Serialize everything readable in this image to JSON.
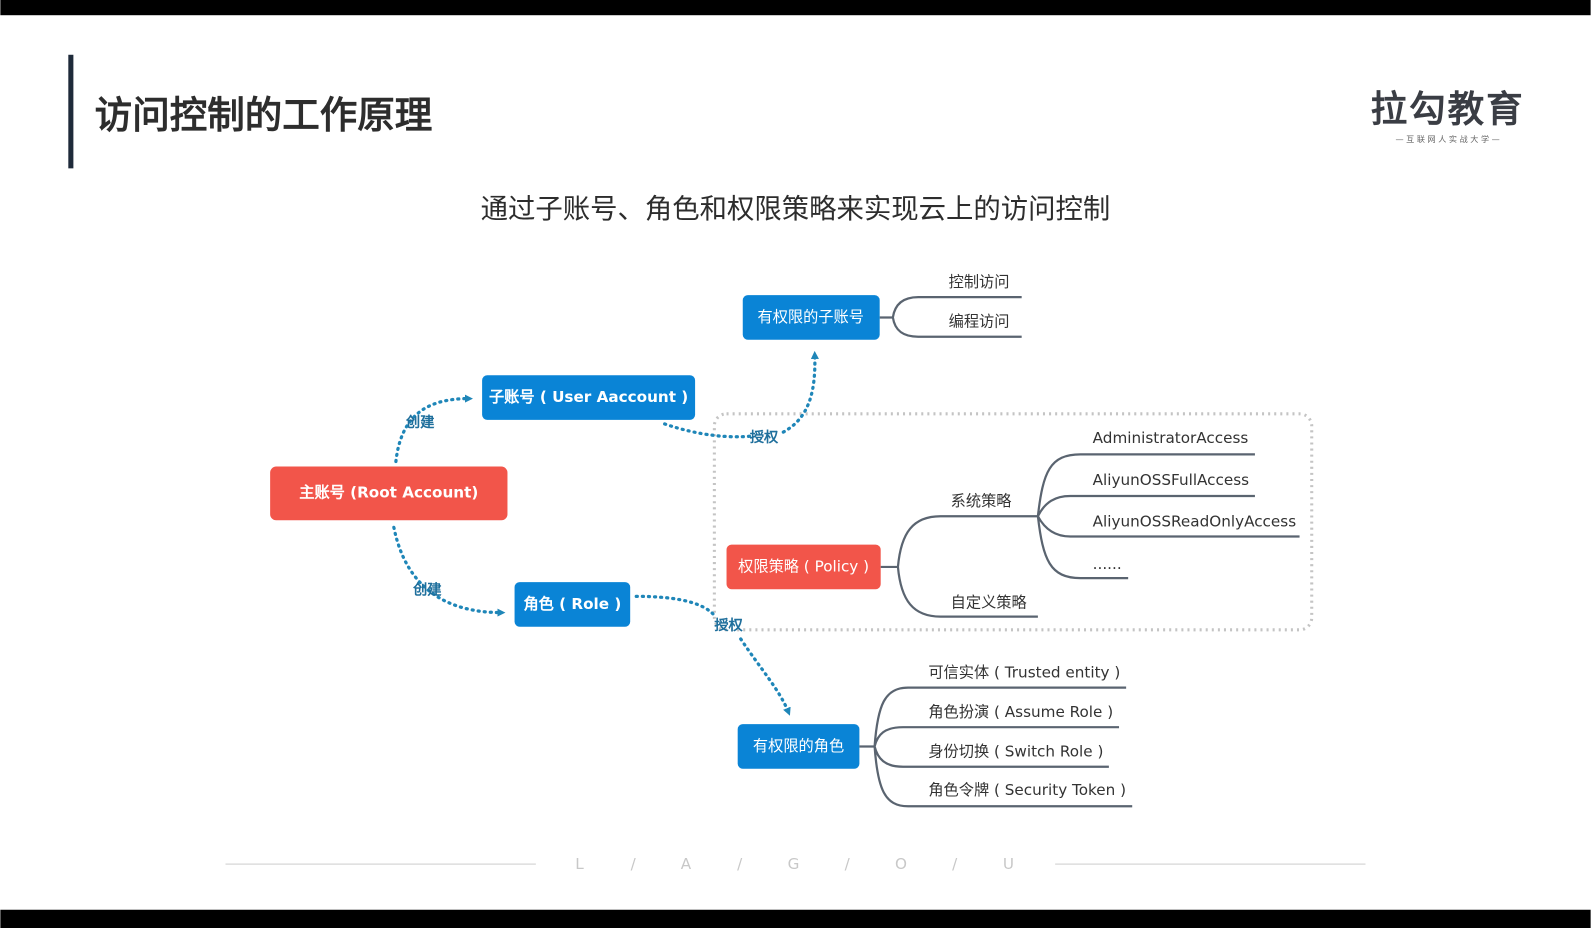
{
  "slide": {
    "title": "访问控制的工作原理",
    "subtitle": "通过子账号、角色和权限策略来实现云上的访问控制",
    "logo": {
      "name": "拉勾教育",
      "tagline": "— 互 联 网 人 实 战 大 学 —"
    },
    "footer_letters": [
      "L",
      "/",
      "A",
      "/",
      "G",
      "/",
      "O",
      "/",
      "U"
    ]
  },
  "colors": {
    "blue": "#0a84d6",
    "red": "#f2554a",
    "arrow": "#1f86b8",
    "title": "#2d2d2d",
    "accent_bar": "#1e2a3a"
  },
  "nodes": {
    "root": "主账号 (Root Account)",
    "user_account": "子账号 ( User Aaccount )",
    "role": "角色 ( Role )",
    "limited_user": "有权限的子账号",
    "policy": "权限策略 ( Policy )",
    "limited_role": "有权限的角色"
  },
  "edges": {
    "create_user": "创建",
    "create_role": "创建",
    "grant_user": "授权",
    "grant_role": "授权"
  },
  "limited_user_children": [
    "控制访问",
    "编程访问"
  ],
  "policy_children": {
    "system": "系统策略",
    "custom": "自定义策略",
    "system_items": [
      "AdministratorAccess",
      "AliyunOSSFullAccess",
      "AliyunOSSReadOnlyAccess",
      "......"
    ]
  },
  "limited_role_children": [
    "可信实体 ( Trusted entity )",
    "角色扮演 ( Assume Role )",
    "身份切换 ( Switch Role )",
    "角色令牌 ( Security Token )"
  ]
}
